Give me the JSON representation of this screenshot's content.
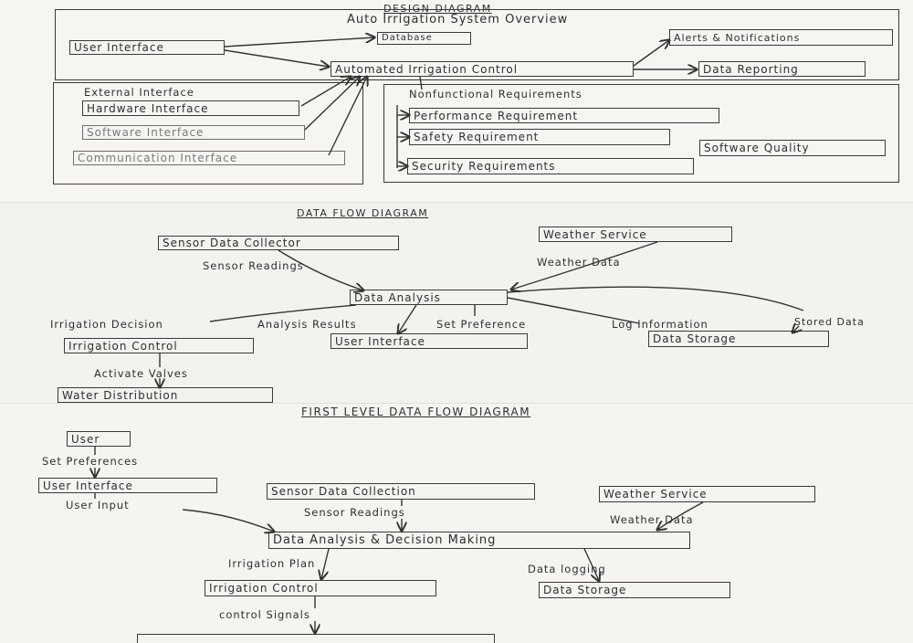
{
  "design": {
    "heading": "DESIGN DIAGRAM",
    "title": "Auto Irrigation System Overview",
    "user_interface": "User Interface",
    "database": "Database",
    "automated_control": "Automated Irrigation Control",
    "alerts": "Alerts & Notifications",
    "data_reporting": "Data Reporting",
    "external_interface": "External Interface",
    "hardware_interface": "Hardware Interface",
    "software_interface": "Software Interface",
    "communication_interface": "Communication Interface",
    "nonfunctional": "Nonfunctional Requirements",
    "performance": "Performance Requirement",
    "safety": "Safety Requirement",
    "software_quality": "Software Quality",
    "security": "Security Requirements"
  },
  "dfd": {
    "heading": "DATA FLOW DIAGRAM",
    "sensor_collector": "Sensor Data Collector",
    "weather_service": "Weather Service",
    "sensor_readings": "Sensor Readings",
    "weather_data": "Weather Data",
    "data_analysis": "Data Analysis",
    "irrigation_decision": "Irrigation Decision",
    "analysis_results": "Analysis Results",
    "set_preference": "Set Preference",
    "log_information": "Log Information",
    "stored_data": "Stored Data",
    "irrigation_control": "Irrigation Control",
    "user_interface": "User Interface",
    "data_storage": "Data Storage",
    "activate_valves": "Activate Valves",
    "water_distribution": "Water Distribution"
  },
  "fldfd": {
    "heading": "FIRST LEVEL DATA FLOW DIAGRAM",
    "user": "User",
    "set_preferences": "Set Preferences",
    "user_interface": "User Interface",
    "user_input": "User Input",
    "sensor_collection": "Sensor Data Collection",
    "sensor_readings": "Sensor Readings",
    "weather_service": "Weather Service",
    "weather_data": "Weather Data",
    "analysis_decision": "Data Analysis & Decision Making",
    "irrigation_plan": "Irrigation Plan",
    "data_logging": "Data logging",
    "irrigation_control": "Irrigation Control",
    "data_storage": "Data Storage",
    "control_signals": "control Signals"
  }
}
